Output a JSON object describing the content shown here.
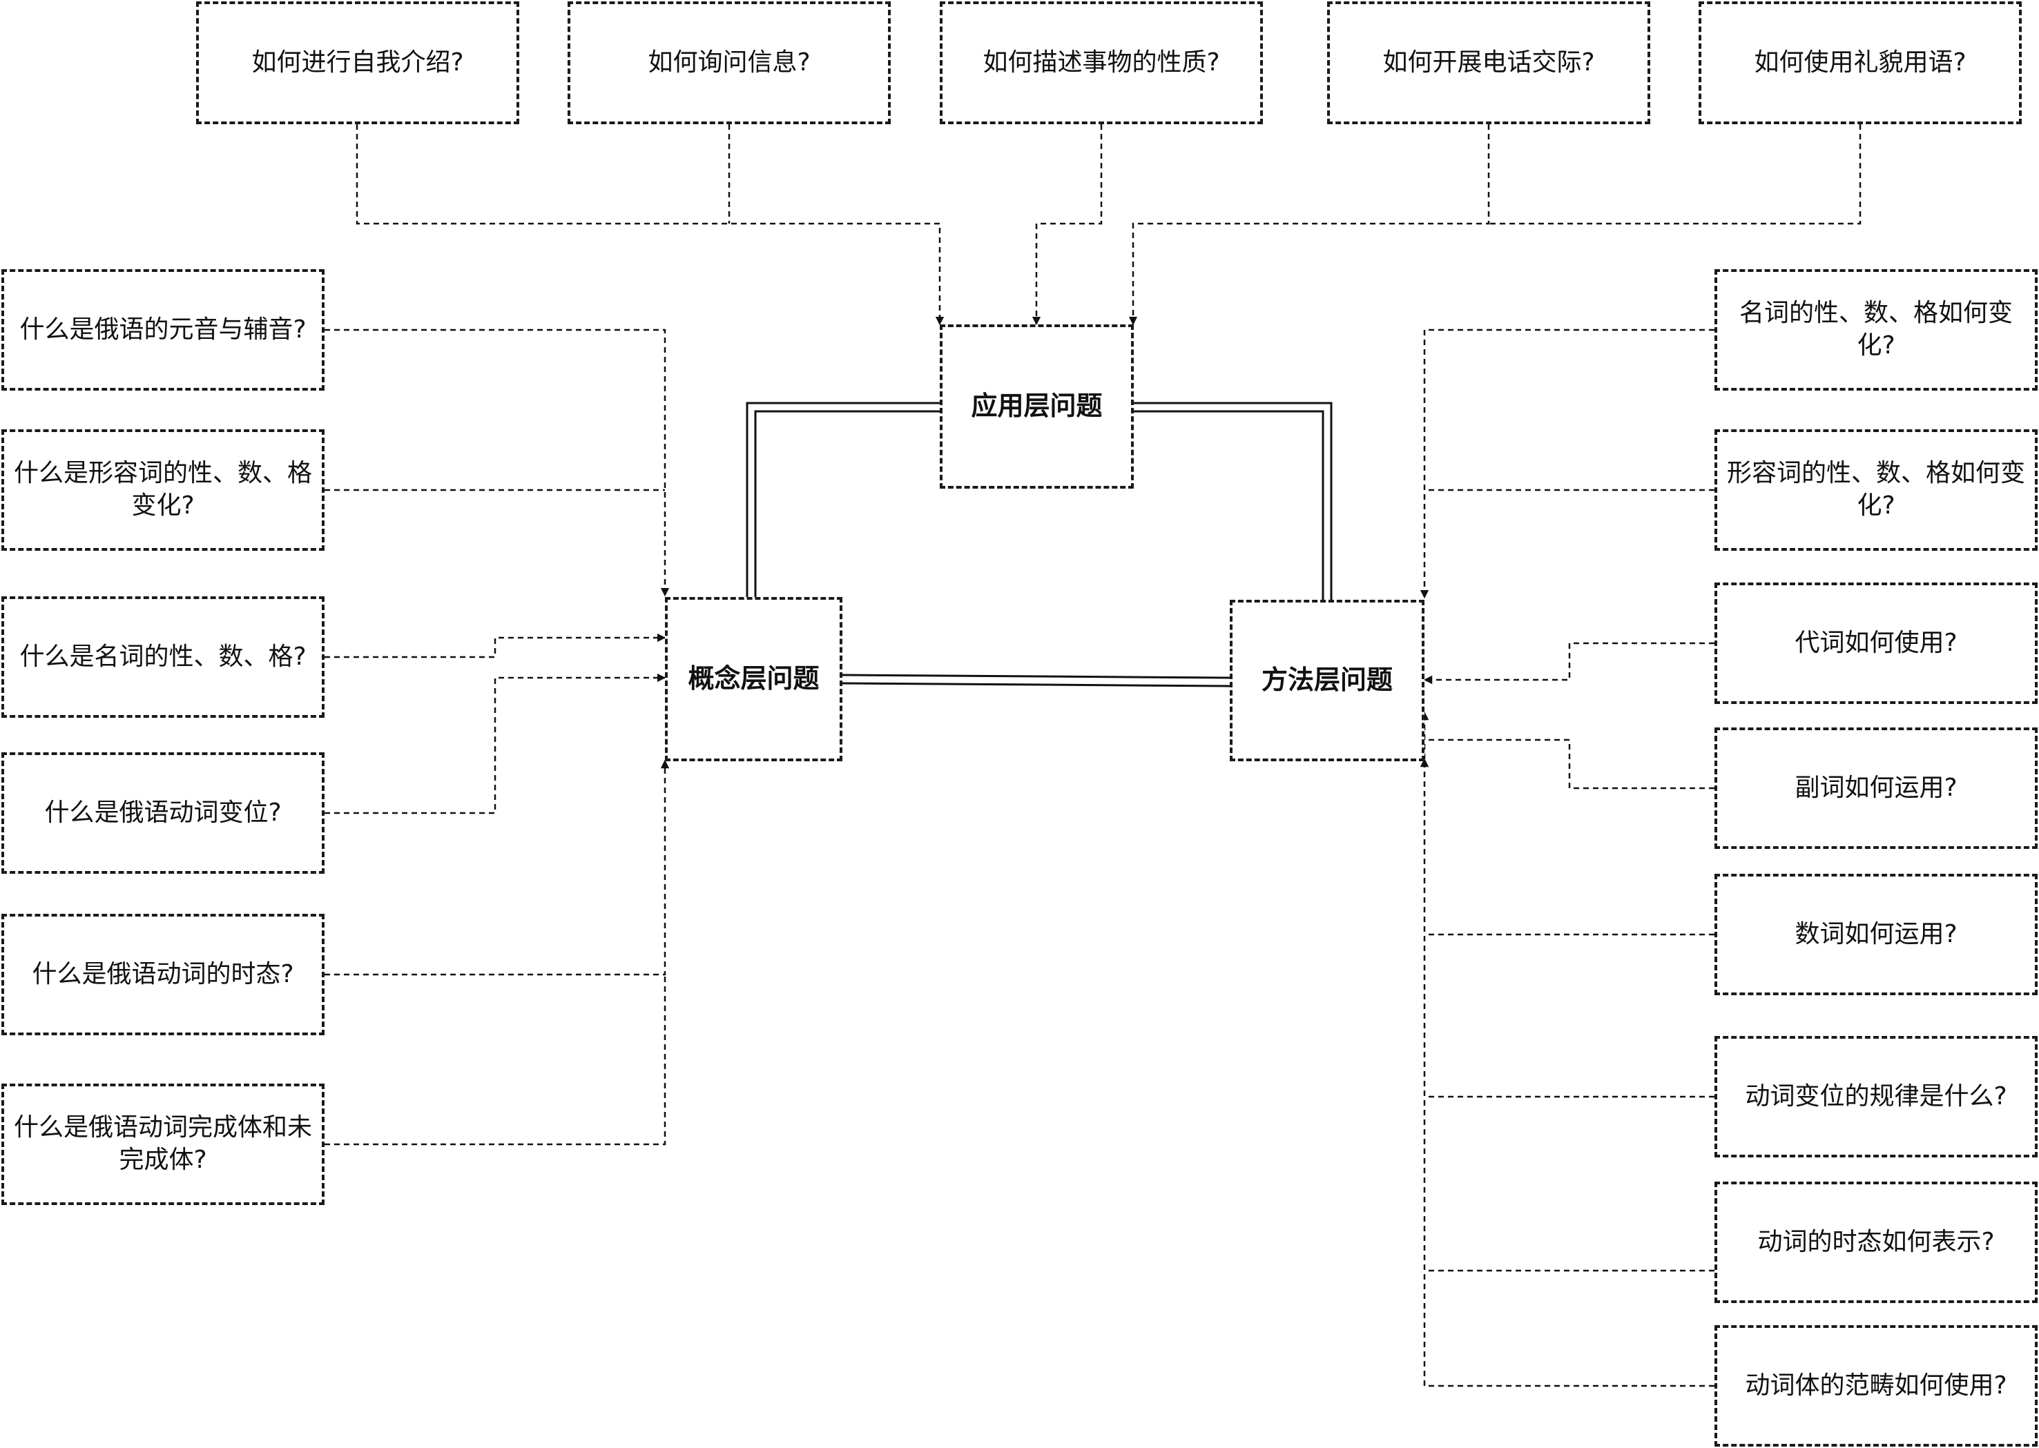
{
  "core": {
    "application": "应用层问题",
    "concept": "概念层问题",
    "method": "方法层问题"
  },
  "top": [
    "如何进行自我介绍?",
    "如何询问信息?",
    "如何描述事物的性质?",
    "如何开展电话交际?",
    "如何使用礼貌用语?"
  ],
  "left": [
    "什么是俄语的元音与辅音?",
    "什么是形容词的性、数、格变化?",
    "什么是名词的性、数、格?",
    "什么是俄语动词变位?",
    "什么是俄语动词的时态?",
    "什么是俄语动词完成体和未完成体?"
  ],
  "right": [
    "名词的性、数、格如何变化?",
    "形容词的性、数、格如何变化?",
    "代词如何使用?",
    "副词如何运用?",
    "数词如何运用?",
    "动词变位的规律是什么?",
    "动词的时态如何表示?",
    "动词体的范畴如何使用?"
  ]
}
